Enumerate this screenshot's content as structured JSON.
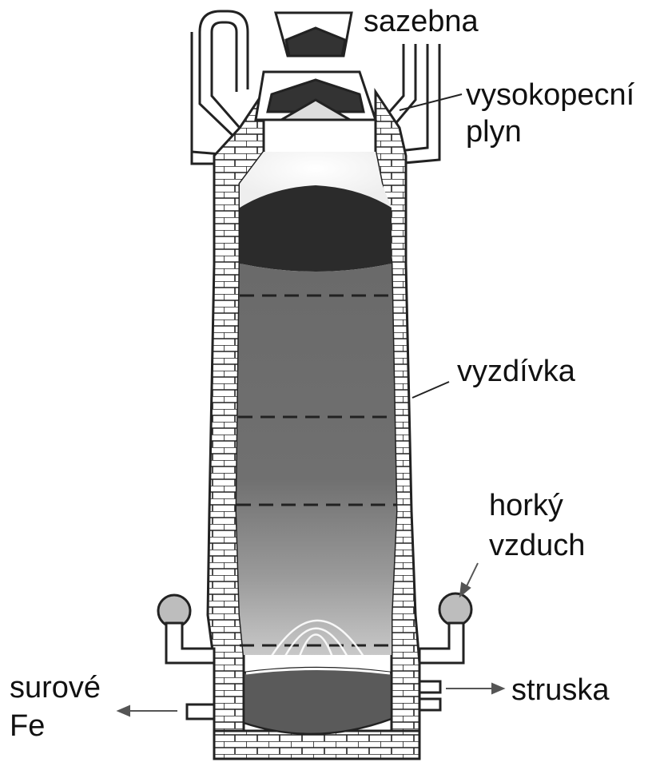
{
  "labels": {
    "charging": "sazebna",
    "gas_line1": "vysokopecní",
    "gas_line2": "plyn",
    "lining": "vyzdívka",
    "hot_air_line1": "horký",
    "hot_air_line2": "vzduch",
    "slag": "struska",
    "iron_line1": "surové",
    "iron_line2": "Fe"
  },
  "colors": {
    "outline": "#222222",
    "brick_fill": "#ffffff",
    "charge_dark": "#2b2b2b",
    "zone_upper": "#6e6e6e",
    "zone_lower": "#8a8a8a",
    "molten": "#5a5a5a"
  },
  "icons": [
    "brick-pattern",
    "arrow-icon",
    "tuyere-icon"
  ]
}
